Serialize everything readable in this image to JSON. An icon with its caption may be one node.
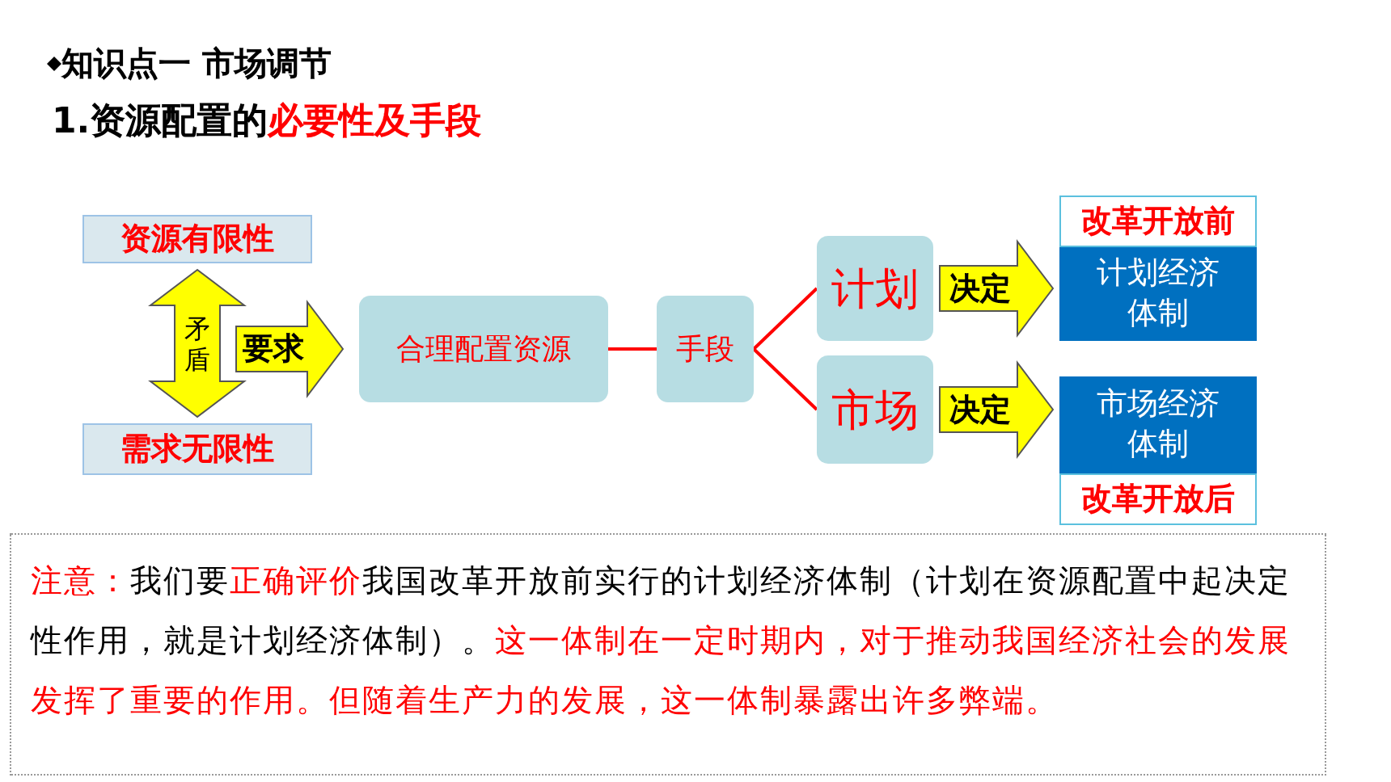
{
  "diagram": {
    "title": "知识点一 市场调节",
    "nodes": [
      {
        "text": [
          "资源有限性"
        ]
      },
      {
        "text": [
          "需求无限性"
        ]
      },
      {
        "text": [
          "合理配置资源"
        ]
      },
      {
        "text": [
          "手段"
        ]
      },
      {
        "text": [
          "计划"
        ]
      },
      {
        "text": [
          "市场"
        ]
      },
      {
        "text": [
          "改革开放前",
          "计划经济体制"
        ]
      },
      {
        "text": [
          "市场经济体制",
          "改革开放后"
        ]
      }
    ],
    "edges": [
      {
        "from": 0,
        "to": 1,
        "arrow": "both",
        "label": "矛盾",
        "style": "thick"
      },
      {
        "from": null,
        "to": 2,
        "arrow": "to",
        "label": "要求",
        "style": "thick"
      },
      {
        "from": 2,
        "to": 3,
        "arrow": "none",
        "color": "#ff0000"
      },
      {
        "from": 3,
        "to": 4,
        "arrow": "none",
        "color": "#ff0000"
      },
      {
        "from": 3,
        "to": 5,
        "arrow": "none",
        "color": "#ff0000"
      },
      {
        "from": 4,
        "to": 6,
        "arrow": "to",
        "label": "决定",
        "style": "thick"
      },
      {
        "from": 5,
        "to": 7,
        "arrow": "to",
        "label": "决定",
        "style": "thick"
      }
    ],
    "labels": [
      "1.资源配置的**必要性及手段**",
      "**注意：**我们要**正确评价**我国改革开放前实行的计划经济体制（计划在资源配置中起决定性作用，就是计划经济体制）。**这一体制在一定时期内，对于推动我国经济社会的发展发挥了重要的作用。但随着生产力的发展，这一体制暴露出许多弊端。**"
    ]
  }
}
